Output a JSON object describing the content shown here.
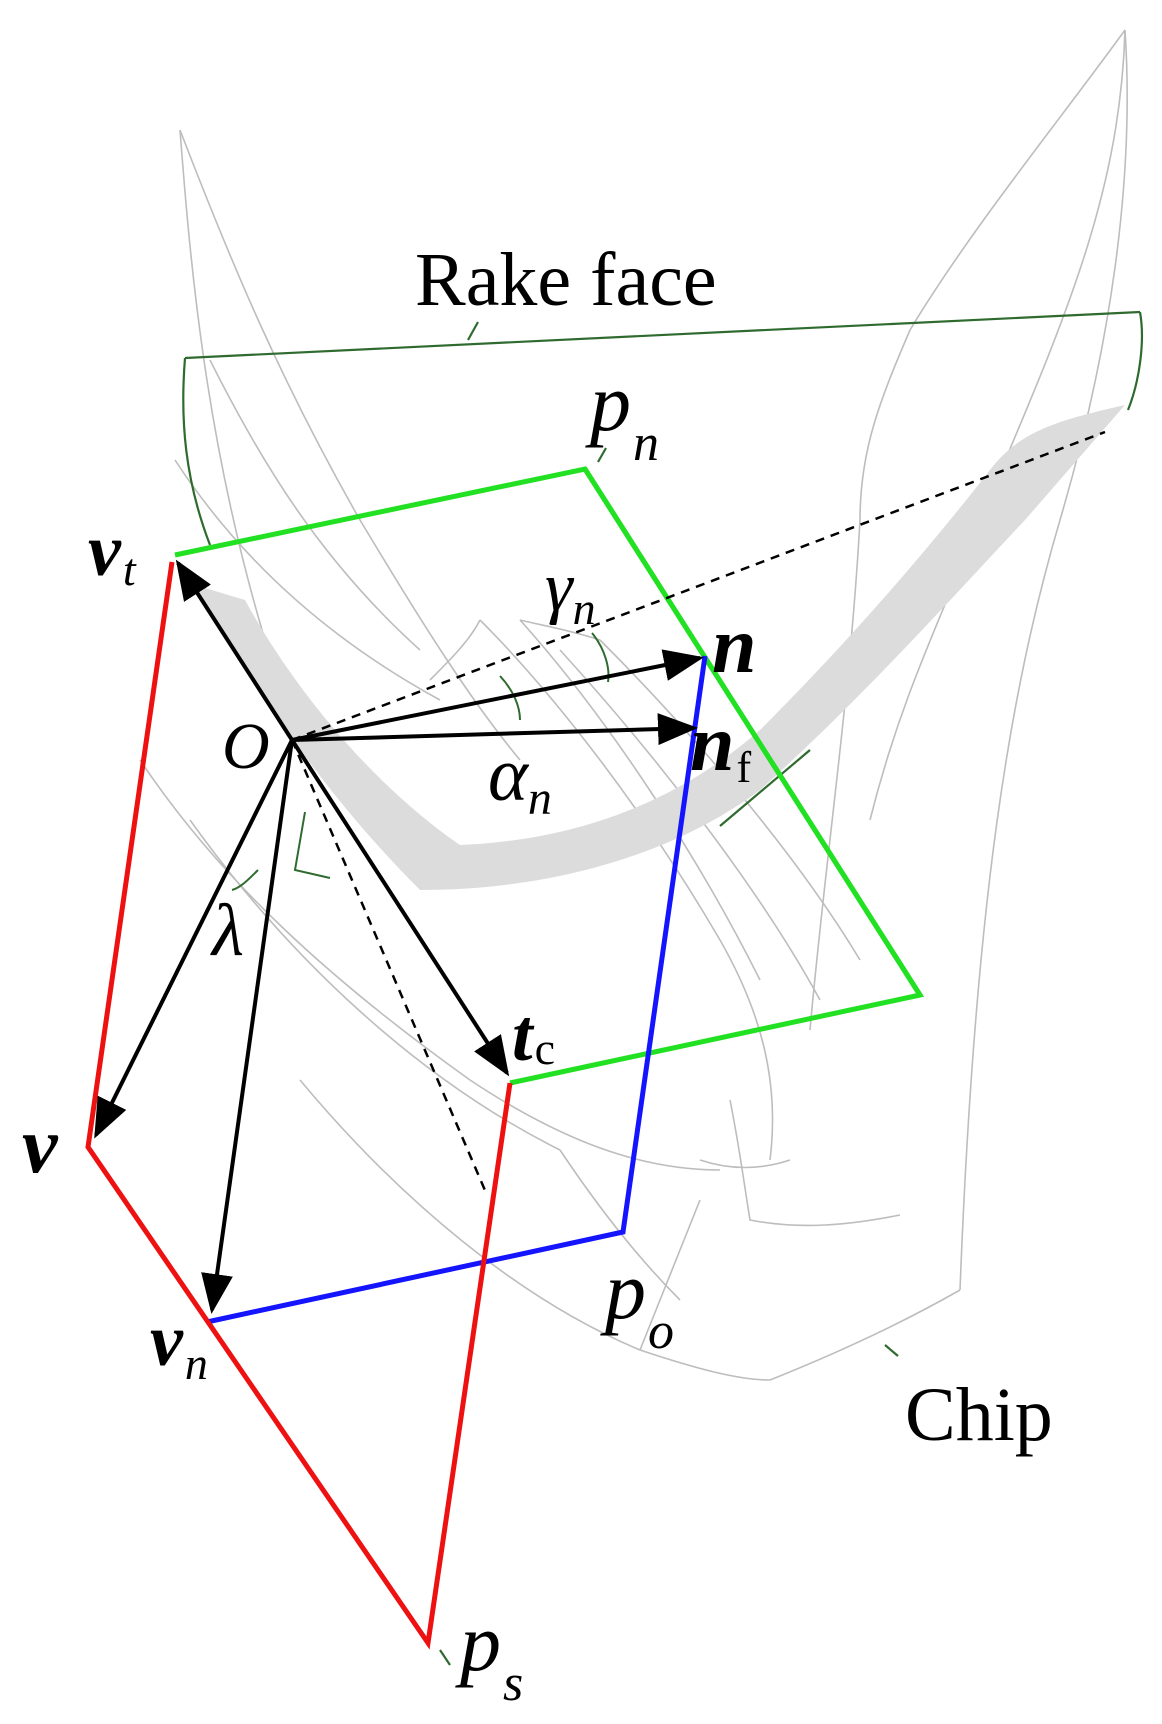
{
  "labels": {
    "rake_face": "Rake face",
    "chip": "Chip",
    "origin": "O",
    "p_n": {
      "base": "p",
      "sub": "n"
    },
    "p_o": {
      "base": "p",
      "sub": "o"
    },
    "p_s": {
      "base": "p",
      "sub": "s"
    },
    "v_t": {
      "base": "v",
      "sub": "t"
    },
    "v": {
      "base": "v"
    },
    "v_n": {
      "base": "v",
      "sub": "n"
    },
    "n": {
      "base": "n"
    },
    "n_f": {
      "base": "n",
      "sub": "f"
    },
    "t_c": {
      "base": "t",
      "sub": "c"
    },
    "gamma_n": {
      "base": "γ",
      "sub": "n"
    },
    "alpha_n": {
      "base": "α",
      "sub": "n"
    },
    "lambda": {
      "base": "λ"
    }
  },
  "colors": {
    "plane_pn": "#22e022",
    "plane_po": "#1414ff",
    "plane_ps": "#ee1111",
    "vectors": "#000000",
    "leader_lines": "#2f6b2f",
    "tool_outline": "#bdbdbd",
    "shaded_band": "#dcdcdc"
  }
}
